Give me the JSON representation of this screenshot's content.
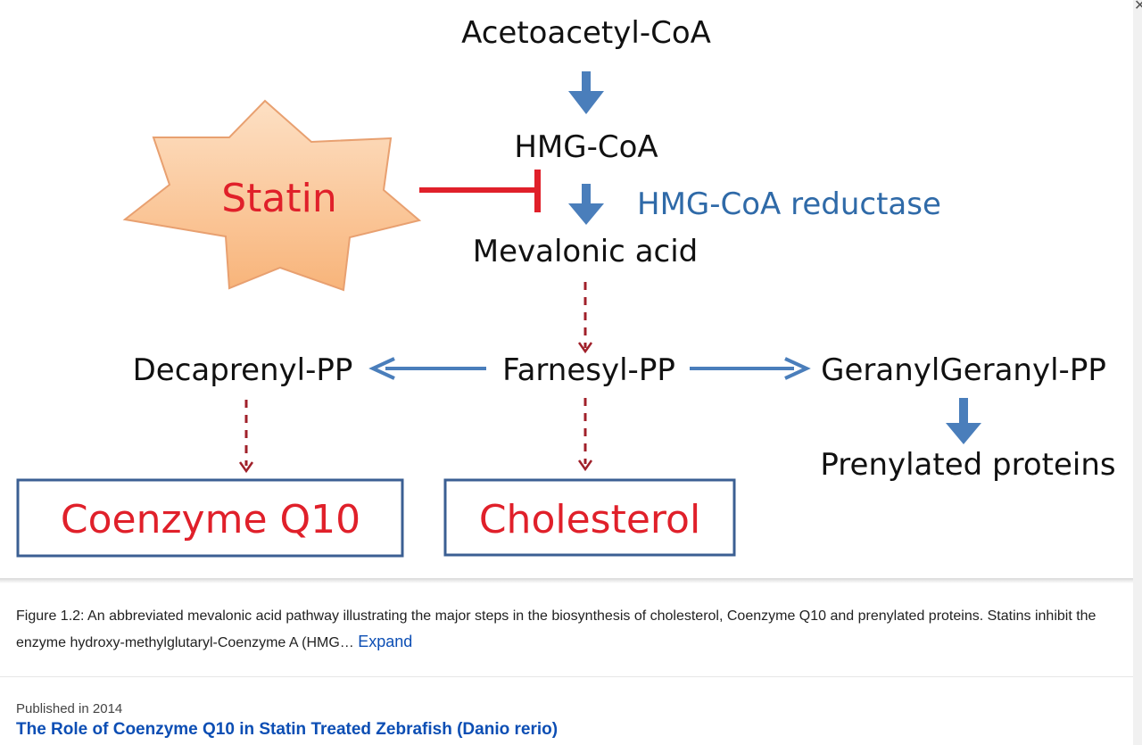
{
  "figure": {
    "nodes": {
      "acetoacetyl": "Acetoacetyl-CoA",
      "hmg_coa": "HMG-CoA",
      "reductase": "HMG-CoA reductase",
      "mevalonic": "Mevalonic acid",
      "farnesyl": "Farnesyl-PP",
      "decaprenyl": "Decaprenyl-PP",
      "geranyl": "GeranylGeranyl-PP",
      "prenylated": "Prenylated proteins",
      "coq10": "Coenzyme Q10",
      "cholesterol": "Cholesterol",
      "statin": "Statin"
    },
    "colors": {
      "arrow_blue": "#4a7ebb",
      "dashed_red": "#a0202a",
      "inhibit_red": "#e0202a",
      "box_border": "#3b5f93",
      "box_text": "#e0202a",
      "star_fill": "#fbc89a",
      "reductase_text": "#2f6aa8"
    }
  },
  "caption": {
    "text": "Figure 1.2: An abbreviated mevalonic acid pathway illustrating the major steps in the biosynthesis of cholesterol, Coenzyme Q10 and prenylated proteins. Statins inhibit the enzyme hydroxy-methylglutaryl-Coenzyme A (HMG…",
    "expand_label": "Expand"
  },
  "publication": {
    "published_label": "Published in 2014",
    "title": "The Role of Coenzyme Q10 in Statin Treated Zebrafish (Danio rerio)"
  },
  "icons": {
    "scroll": "close-icon"
  }
}
